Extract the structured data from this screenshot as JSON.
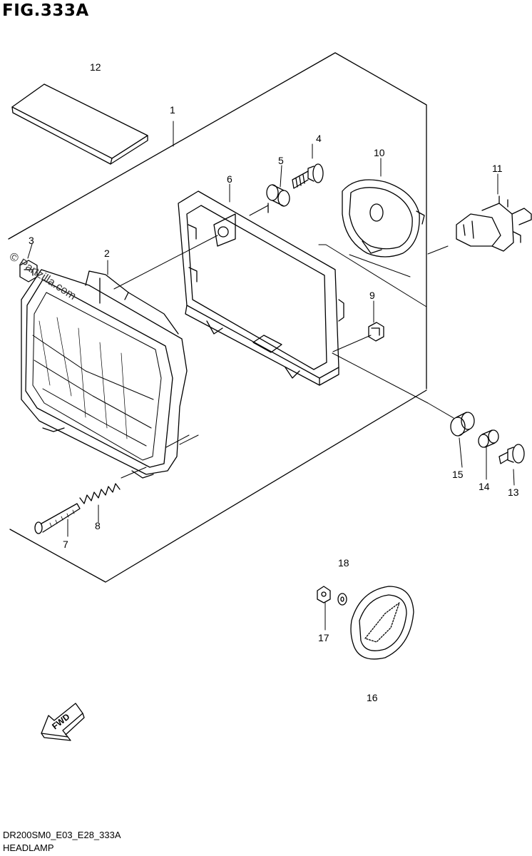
{
  "figure": {
    "title": "FIG.333A",
    "model_code": "DR200SM0_E03_E28_333A",
    "section_name": "HEADLAMP",
    "watermark": "© Partzilla.com",
    "fwd_label": "FWD"
  },
  "callouts": {
    "c1": "1",
    "c2": "2",
    "c3": "3",
    "c4": "4",
    "c5": "5",
    "c6": "6",
    "c7": "7",
    "c8": "8",
    "c9": "9",
    "c10": "10",
    "c11": "11",
    "c12": "12",
    "c13": "13",
    "c14": "14",
    "c15": "15",
    "c16": "16",
    "c17": "17",
    "c18": "18"
  },
  "icons": {
    "fwd": "fwd-arrow-icon"
  }
}
